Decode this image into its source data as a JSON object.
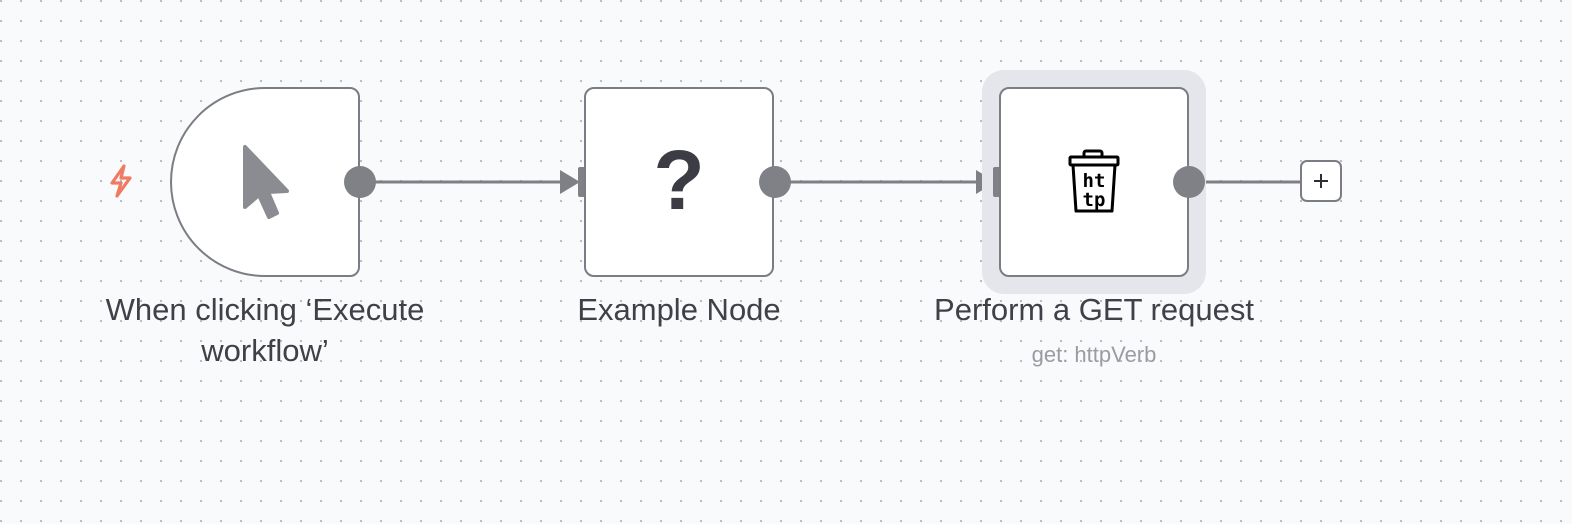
{
  "canvas": {
    "background_color": "#f9fafc",
    "dot_color": "#b6b9c0"
  },
  "colors": {
    "node_border": "#7c7d84",
    "handle": "#808186",
    "edge": "#7f8086",
    "label_text": "#3f4048",
    "sublabel_text": "#9a9ca3",
    "trigger_bolt": "#f07b62",
    "selection_halo": "#e4e6ec"
  },
  "nodes": {
    "trigger": {
      "label": "When clicking ‘Execute workflow’",
      "icon": "mouse-pointer-icon",
      "badge_icon": "lightning-bolt-icon"
    },
    "example": {
      "label": "Example Node",
      "icon_glyph": "?",
      "icon": "question-mark-icon"
    },
    "http": {
      "label": "Perform a GET request",
      "sublabel": "get: httpVerb",
      "icon": "http-trash-can-icon",
      "icon_text_top": "ht",
      "icon_text_bottom": "tp",
      "selected": true
    }
  },
  "edges": [
    {
      "from": "trigger",
      "to": "example"
    },
    {
      "from": "example",
      "to": "http"
    }
  ],
  "add_button": {
    "glyph": "+",
    "icon": "plus-icon"
  }
}
